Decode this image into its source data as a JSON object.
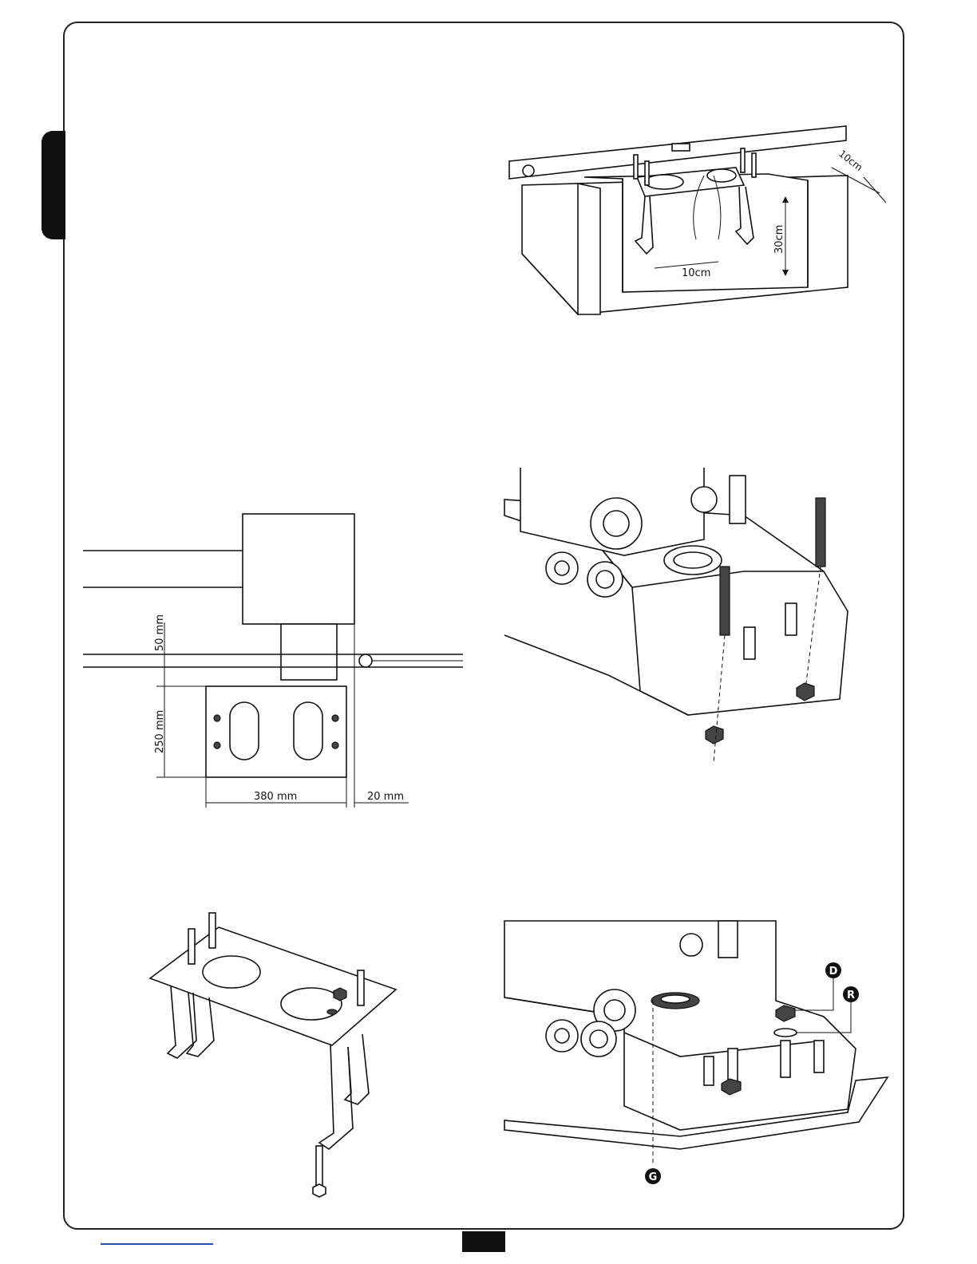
{
  "figure_foundation": {
    "dim_depth": "30cm",
    "dim_offset_side": "10cm",
    "dim_offset_front": "10cm"
  },
  "figure_plan": {
    "dim_clearance": "50 mm",
    "dim_plate_depth": "250 mm",
    "dim_plate_width": "380 mm",
    "dim_gap": "20 mm"
  },
  "figure_fixing": {
    "label_d": "D",
    "label_r": "R",
    "label_g": "G"
  }
}
